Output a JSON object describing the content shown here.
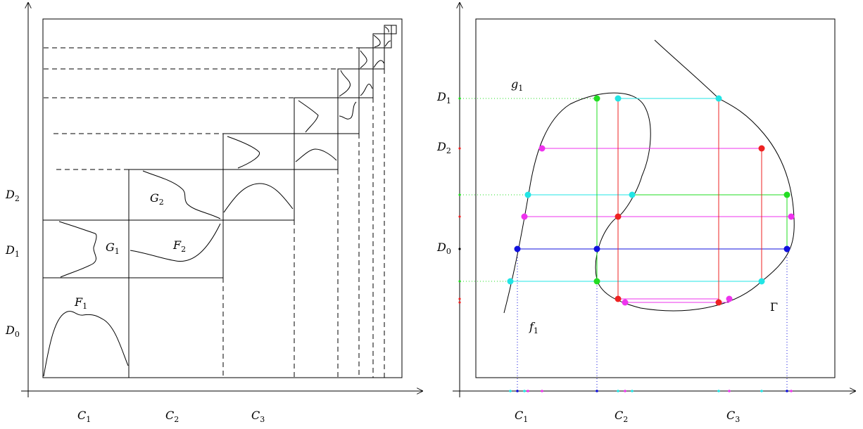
{
  "left_panel": {
    "x_labels": [
      {
        "text": "C",
        "sub": "1"
      },
      {
        "text": "C",
        "sub": "2"
      },
      {
        "text": "C",
        "sub": "3"
      }
    ],
    "y_labels": [
      {
        "text": "D",
        "sub": "2"
      },
      {
        "text": "D",
        "sub": "1"
      },
      {
        "text": "D",
        "sub": "0"
      }
    ],
    "function_labels": [
      {
        "text": "F",
        "sub": "1"
      },
      {
        "text": "G",
        "sub": "1"
      },
      {
        "text": "F",
        "sub": "2"
      },
      {
        "text": "G",
        "sub": "2"
      }
    ]
  },
  "right_panel": {
    "x_labels": [
      {
        "text": "C",
        "sub": "1"
      },
      {
        "text": "C",
        "sub": "2"
      },
      {
        "text": "C",
        "sub": "3"
      }
    ],
    "y_labels": [
      {
        "text": "D",
        "sub": "1"
      },
      {
        "text": "D",
        "sub": "2"
      },
      {
        "text": "D",
        "sub": "0"
      }
    ],
    "curve_labels": [
      {
        "text": "g",
        "sub": "1"
      },
      {
        "text": "f",
        "sub": "1"
      },
      {
        "text": "Γ",
        "sub": ""
      }
    ],
    "colors": {
      "green": "#22dd22",
      "cyan": "#22e5e5",
      "magenta": "#ee33ee",
      "red": "#ee2222",
      "blue": "#1111dd"
    }
  }
}
